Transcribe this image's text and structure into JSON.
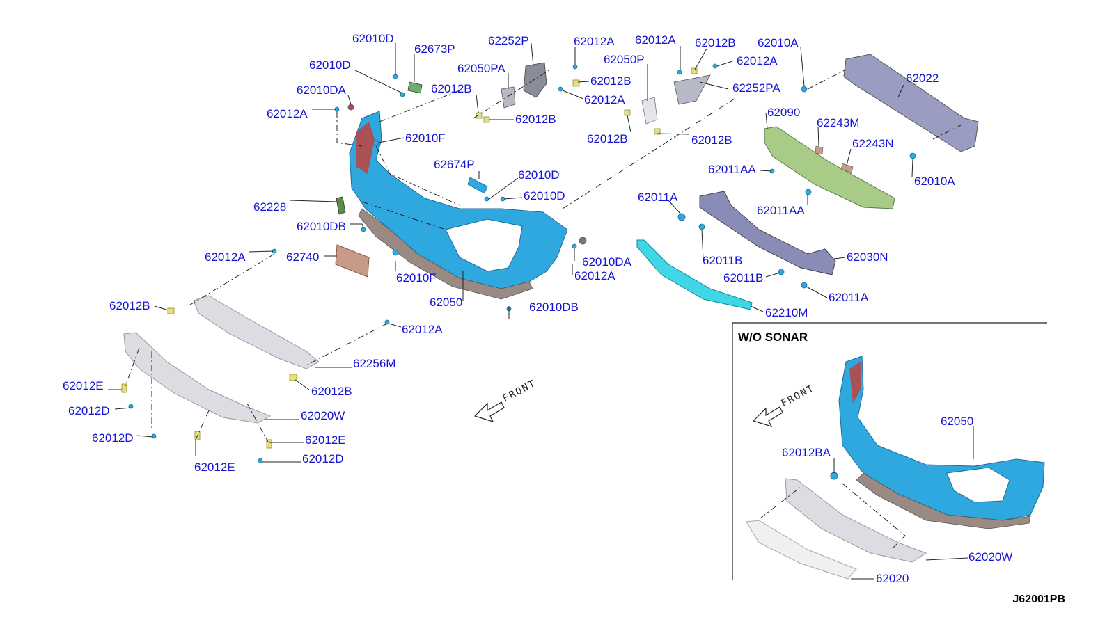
{
  "diagram": {
    "code": "J62001PB",
    "inset_title": "W/O SONAR",
    "front_label": "FRONT",
    "part_labels": [
      "62010D",
      "62673P",
      "62010D",
      "62010DA",
      "62012A",
      "62010F",
      "62228",
      "62010DB",
      "62012A",
      "62740",
      "62010F",
      "62050",
      "62012B",
      "62010DB",
      "62012A",
      "62256M",
      "62012E",
      "62012D",
      "62012D",
      "62012B",
      "62020W",
      "62012E",
      "62012D",
      "62012E",
      "62252P",
      "62050PA",
      "62012B",
      "62012A",
      "62012B",
      "62012A",
      "62012B",
      "62674P",
      "62010D",
      "62010D",
      "62010DA",
      "62012A",
      "62012A",
      "62050P",
      "62012B",
      "62012A",
      "62252PA",
      "62012B",
      "62012B",
      "62010A",
      "62022",
      "62090",
      "62243M",
      "62243N",
      "62011AA",
      "62010A",
      "62011AA",
      "62011A",
      "62011B",
      "62030N",
      "62011B",
      "62011A",
      "62210M",
      "62050",
      "62012BA",
      "62020W",
      "62020"
    ]
  },
  "colors": {
    "label": "#1414d2",
    "bumper": "#2fa8e0",
    "reinforcement": "#8a8cb8",
    "absorber": "#a8cc88",
    "grille": "#dcdde2",
    "lower_trim": "#3fd6e6",
    "bracket_tan": "#c89a88"
  }
}
